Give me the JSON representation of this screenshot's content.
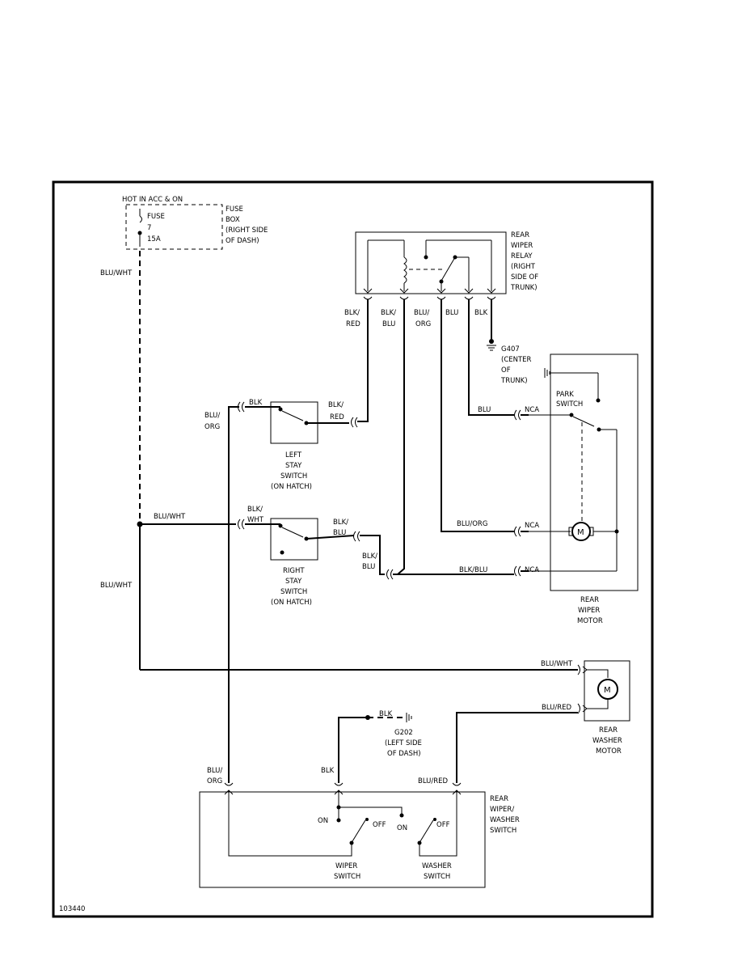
{
  "labels": {
    "hot_in": "HOT IN ACC & ON",
    "fuse1": "FUSE",
    "fuse2": "7",
    "fuse3": "15A",
    "fusebox1": "FUSE",
    "fusebox2": "BOX",
    "fusebox3": "(RIGHT SIDE",
    "fusebox4": "OF DASH)",
    "relay1": "REAR",
    "relay2": "WIPER",
    "relay3": "RELAY",
    "relay4": "(RIGHT",
    "relay5": "SIDE OF",
    "relay6": "TRUNK)",
    "w_blkred_a": "BLK/",
    "w_blkred_b": "RED",
    "w_blkblu_a": "BLK/",
    "w_blkblu_b": "BLU",
    "w_bluorg_a": "BLU/",
    "w_bluorg_b": "ORG",
    "w_blu": "BLU",
    "w_blk": "BLK",
    "g407_1": "G407",
    "g407_2": "(CENTER",
    "g407_3": "OF",
    "g407_4": "TRUNK)",
    "bluwht_top": "BLU/WHT",
    "park1": "PARK",
    "park2": "SWITCH",
    "blu_park": "BLU",
    "nca1": "NCA",
    "blk_left": "BLK",
    "bluorg_l1": "BLU/",
    "bluorg_l2": "ORG",
    "blkred_l1": "BLK/",
    "blkred_l2": "RED",
    "lstay1": "LEFT",
    "lstay2": "STAY",
    "lstay3": "SWITCH",
    "lstay4": "(ON HATCH)",
    "bluwht_mid": "BLU/WHT",
    "blkwht1": "BLK/",
    "blkwht2": "WHT",
    "blkblu_r1": "BLK/",
    "blkblu_r2": "BLU",
    "bluorg_motor": "BLU/ORG",
    "nca2": "NCA",
    "motor_m": "M",
    "blkblu_c1": "BLK/",
    "blkblu_c2": "BLU",
    "blkblu_motor": "BLK/BLU",
    "nca3": "NCA",
    "rstay1": "RIGHT",
    "rstay2": "STAY",
    "rstay3": "SWITCH",
    "rstay4": "(ON HATCH)",
    "bluwht_left": "BLU/WHT",
    "rwm1": "REAR",
    "rwm2": "WIPER",
    "rwm3": "MOTOR",
    "bluwht_washer": "BLU/WHT",
    "washer_m": "M",
    "blured_washer": "BLU/RED",
    "blk_g202": "BLK",
    "g202_1": "G202",
    "g202_2": "(LEFT SIDE",
    "g202_3": "OF DASH)",
    "wash1": "REAR",
    "wash2": "WASHER",
    "wash3": "MOTOR",
    "bluorg_b1": "BLU/",
    "bluorg_b2": "ORG",
    "blk_b": "BLK",
    "blured_b": "BLU/RED",
    "rwws1": "REAR",
    "rwws2": "WIPER/",
    "rwws3": "WASHER",
    "rwws4": "SWITCH",
    "on1": "ON",
    "off1": "OFF",
    "on2": "ON",
    "off2": "OFF",
    "wsw1": "WIPER",
    "wsw2": "SWITCH",
    "wasw1": "WASHER",
    "wasw2": "SWITCH",
    "fig_number": "103440"
  }
}
